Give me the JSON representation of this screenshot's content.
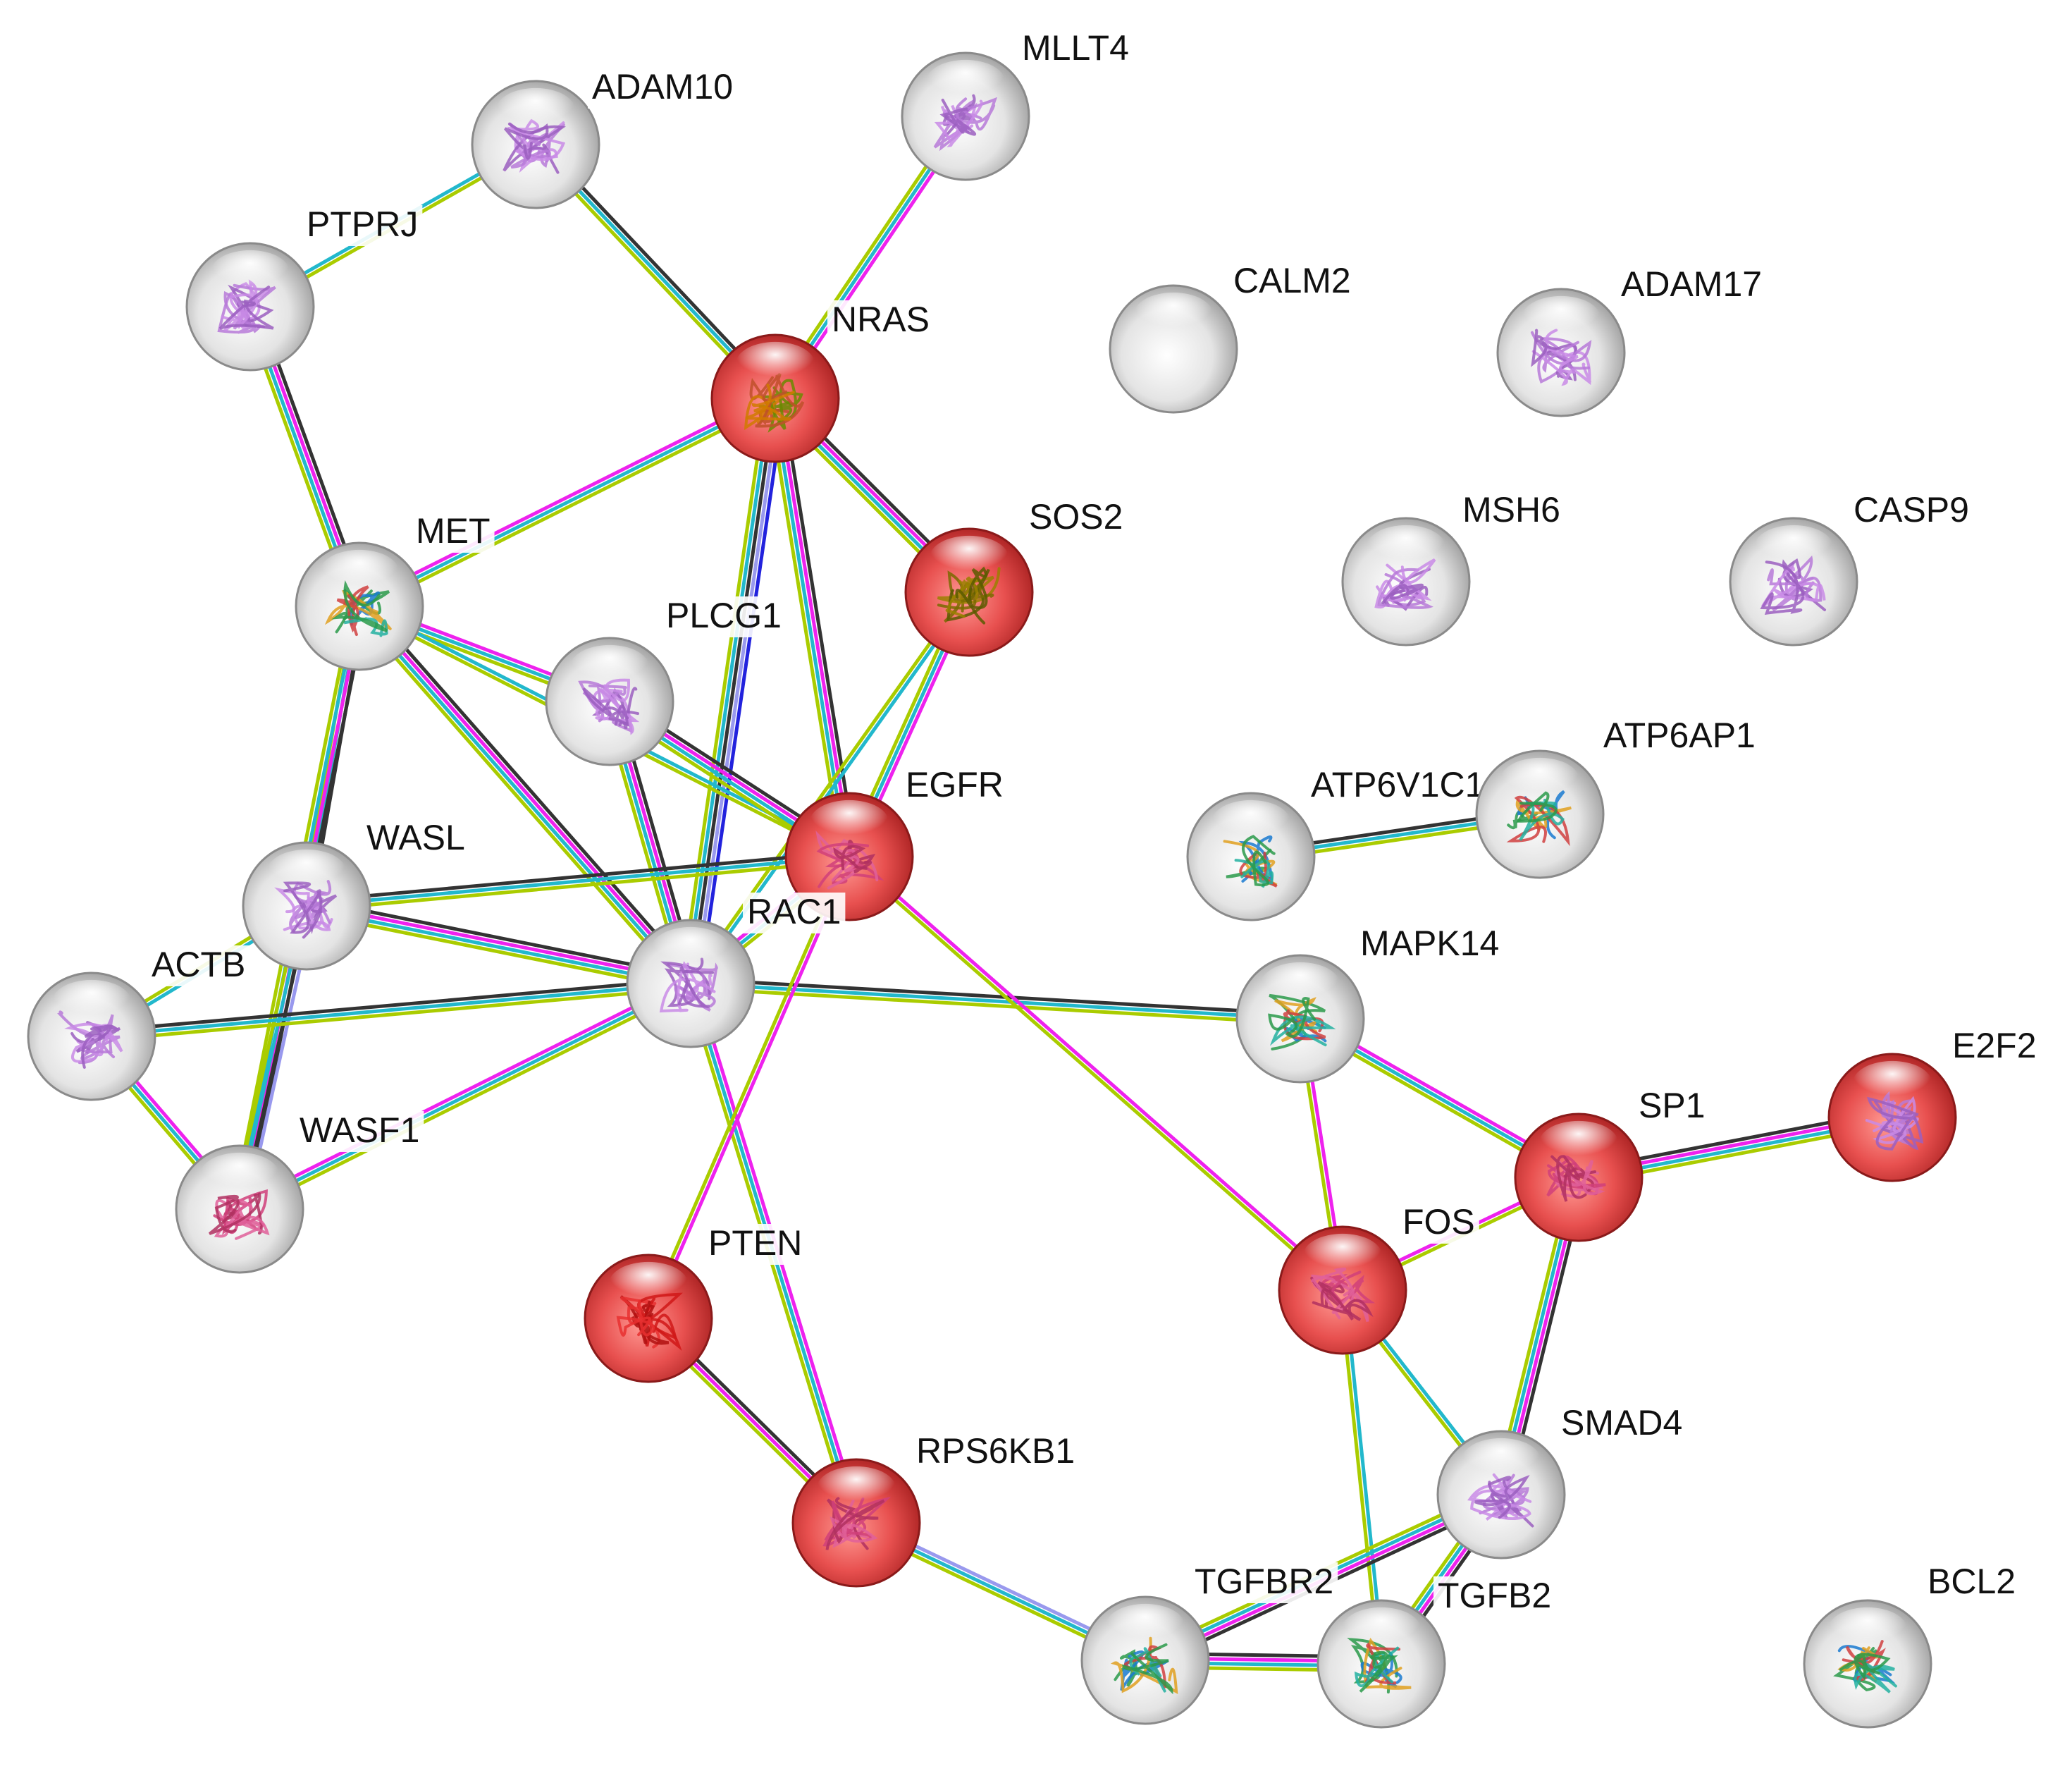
{
  "colors": {
    "red_node": "#e8504f",
    "grey_node": "#d9d9d9",
    "experimental": "#ee22ee",
    "database": "#22b8cc",
    "textmining": "#aacc00",
    "coexpression": "#333333",
    "homology": "#2222dd",
    "cooccurrence": "#9999ee"
  },
  "nodes": [
    {
      "id": "ADAM10",
      "label": "ADAM10",
      "highlight": false,
      "structure": "violet"
    },
    {
      "id": "MLLT4",
      "label": "MLLT4",
      "highlight": false,
      "structure": "violet"
    },
    {
      "id": "PTPRJ",
      "label": "PTPRJ",
      "highlight": false,
      "structure": "violet"
    },
    {
      "id": "NRAS",
      "label": "NRAS",
      "highlight": true,
      "structure": "green"
    },
    {
      "id": "CALM2",
      "label": "CALM2",
      "highlight": false,
      "structure": "none"
    },
    {
      "id": "ADAM17",
      "label": "ADAM17",
      "highlight": false,
      "structure": "violet"
    },
    {
      "id": "MET",
      "label": "MET",
      "highlight": false,
      "structure": "rainbow"
    },
    {
      "id": "SOS2",
      "label": "SOS2",
      "highlight": true,
      "structure": "olive"
    },
    {
      "id": "MSH6",
      "label": "MSH6",
      "highlight": false,
      "structure": "violet"
    },
    {
      "id": "CASP9",
      "label": "CASP9",
      "highlight": false,
      "structure": "violet"
    },
    {
      "id": "PLCG1",
      "label": "PLCG1",
      "highlight": false,
      "structure": "violet"
    },
    {
      "id": "EGFR",
      "label": "EGFR",
      "highlight": true,
      "structure": "pink"
    },
    {
      "id": "ATP6V1C1",
      "label": "ATP6V1C1",
      "highlight": false,
      "structure": "rainbow"
    },
    {
      "id": "ATP6AP1",
      "label": "ATP6AP1",
      "highlight": false,
      "structure": "rainbow"
    },
    {
      "id": "WASL",
      "label": "WASL",
      "highlight": false,
      "structure": "violet"
    },
    {
      "id": "RAC1",
      "label": "RAC1",
      "highlight": false,
      "structure": "violet"
    },
    {
      "id": "ACTB",
      "label": "ACTB",
      "highlight": false,
      "structure": "violet"
    },
    {
      "id": "MAPK14",
      "label": "MAPK14",
      "highlight": false,
      "structure": "rainbow"
    },
    {
      "id": "WASF1",
      "label": "WASF1",
      "highlight": false,
      "structure": "pink"
    },
    {
      "id": "E2F2",
      "label": "E2F2",
      "highlight": true,
      "structure": "violet"
    },
    {
      "id": "SP1",
      "label": "SP1",
      "highlight": true,
      "structure": "pink"
    },
    {
      "id": "FOS",
      "label": "FOS",
      "highlight": true,
      "structure": "pink"
    },
    {
      "id": "PTEN",
      "label": "PTEN",
      "highlight": true,
      "structure": "red"
    },
    {
      "id": "RPS6KB1",
      "label": "RPS6KB1",
      "highlight": true,
      "structure": "pink"
    },
    {
      "id": "SMAD4",
      "label": "SMAD4",
      "highlight": false,
      "structure": "violet"
    },
    {
      "id": "TGFBR2",
      "label": "TGFBR2",
      "highlight": false,
      "structure": "rainbow"
    },
    {
      "id": "TGFB2",
      "label": "TGFB2",
      "highlight": false,
      "structure": "rainbow"
    },
    {
      "id": "BCL2",
      "label": "BCL2",
      "highlight": false,
      "structure": "rainbow"
    }
  ],
  "edges": [
    {
      "source": "PTPRJ",
      "target": "ADAM10",
      "types": [
        "database",
        "textmining"
      ]
    },
    {
      "source": "ADAM10",
      "target": "NRAS",
      "types": [
        "coexpression",
        "database",
        "textmining"
      ]
    },
    {
      "source": "MLLT4",
      "target": "NRAS",
      "types": [
        "experimental",
        "database",
        "textmining"
      ]
    },
    {
      "source": "PTPRJ",
      "target": "MET",
      "types": [
        "coexpression",
        "experimental",
        "database",
        "textmining"
      ]
    },
    {
      "source": "MET",
      "target": "NRAS",
      "types": [
        "experimental",
        "database",
        "textmining"
      ]
    },
    {
      "source": "NRAS",
      "target": "SOS2",
      "types": [
        "coexpression",
        "experimental",
        "database",
        "textmining"
      ]
    },
    {
      "source": "NRAS",
      "target": "RAC1",
      "types": [
        "homology",
        "cooccurrence",
        "coexpression",
        "database",
        "textmining"
      ]
    },
    {
      "source": "NRAS",
      "target": "EGFR",
      "types": [
        "coexpression",
        "experimental",
        "database",
        "textmining"
      ]
    },
    {
      "source": "SOS2",
      "target": "EGFR",
      "types": [
        "experimental",
        "database",
        "textmining"
      ]
    },
    {
      "source": "SOS2",
      "target": "RAC1",
      "types": [
        "database",
        "textmining"
      ]
    },
    {
      "source": "MET",
      "target": "PLCG1",
      "types": [
        "experimental",
        "database",
        "textmining"
      ]
    },
    {
      "source": "MET",
      "target": "WASL",
      "types": [
        "coexpression",
        "database",
        "textmining"
      ]
    },
    {
      "source": "MET",
      "target": "RAC1",
      "types": [
        "coexpression",
        "experimental",
        "database",
        "textmining"
      ]
    },
    {
      "source": "MET",
      "target": "EGFR",
      "types": [
        "database",
        "textmining"
      ]
    },
    {
      "source": "MET",
      "target": "WASF1",
      "types": [
        "coexpression",
        "experimental",
        "database",
        "textmining"
      ]
    },
    {
      "source": "PLCG1",
      "target": "RAC1",
      "types": [
        "coexpression",
        "experimental",
        "database",
        "textmining"
      ]
    },
    {
      "source": "PLCG1",
      "target": "EGFR",
      "types": [
        "coexpression",
        "experimental",
        "database",
        "textmining"
      ]
    },
    {
      "source": "WASL",
      "target": "EGFR",
      "types": [
        "coexpression",
        "database",
        "textmining"
      ]
    },
    {
      "source": "WASL",
      "target": "RAC1",
      "types": [
        "coexpression",
        "experimental",
        "database",
        "textmining"
      ]
    },
    {
      "source": "WASL",
      "target": "ACTB",
      "types": [
        "database",
        "textmining"
      ]
    },
    {
      "source": "WASL",
      "target": "WASF1",
      "types": [
        "cooccurrence",
        "coexpression",
        "database",
        "textmining"
      ]
    },
    {
      "source": "ACTB",
      "target": "RAC1",
      "types": [
        "coexpression",
        "database",
        "textmining"
      ]
    },
    {
      "source": "ACTB",
      "target": "WASF1",
      "types": [
        "experimental",
        "database",
        "textmining"
      ]
    },
    {
      "source": "WASF1",
      "target": "RAC1",
      "types": [
        "experimental",
        "database",
        "textmining"
      ]
    },
    {
      "source": "RAC1",
      "target": "EGFR",
      "types": [
        "experimental",
        "database",
        "textmining"
      ]
    },
    {
      "source": "RAC1",
      "target": "MAPK14",
      "types": [
        "coexpression",
        "database",
        "textmining"
      ]
    },
    {
      "source": "RAC1",
      "target": "RPS6KB1",
      "types": [
        "experimental",
        "database",
        "textmining"
      ]
    },
    {
      "source": "EGFR",
      "target": "PTEN",
      "types": [
        "experimental",
        "textmining"
      ]
    },
    {
      "source": "EGFR",
      "target": "FOS",
      "types": [
        "experimental",
        "textmining"
      ]
    },
    {
      "source": "ATP6V1C1",
      "target": "ATP6AP1",
      "types": [
        "coexpression",
        "database",
        "textmining"
      ]
    },
    {
      "source": "MAPK14",
      "target": "FOS",
      "types": [
        "experimental",
        "textmining"
      ]
    },
    {
      "source": "MAPK14",
      "target": "SP1",
      "types": [
        "experimental",
        "database",
        "textmining"
      ]
    },
    {
      "source": "SP1",
      "target": "E2F2",
      "types": [
        "coexpression",
        "experimental",
        "database",
        "textmining"
      ]
    },
    {
      "source": "FOS",
      "target": "SP1",
      "types": [
        "experimental",
        "textmining"
      ]
    },
    {
      "source": "SP1",
      "target": "SMAD4",
      "types": [
        "coexpression",
        "experimental",
        "database",
        "textmining"
      ]
    },
    {
      "source": "FOS",
      "target": "SMAD4",
      "types": [
        "database",
        "textmining"
      ]
    },
    {
      "source": "FOS",
      "target": "TGFB2",
      "types": [
        "database",
        "textmining"
      ]
    },
    {
      "source": "PTEN",
      "target": "RPS6KB1",
      "types": [
        "coexpression",
        "experimental",
        "textmining"
      ]
    },
    {
      "source": "RPS6KB1",
      "target": "TGFBR2",
      "types": [
        "cooccurrence",
        "database",
        "textmining"
      ]
    },
    {
      "source": "SMAD4",
      "target": "TGFBR2",
      "types": [
        "coexpression",
        "experimental",
        "database",
        "textmining"
      ]
    },
    {
      "source": "SMAD4",
      "target": "TGFB2",
      "types": [
        "coexpression",
        "experimental",
        "database",
        "textmining"
      ]
    },
    {
      "source": "TGFBR2",
      "target": "TGFB2",
      "types": [
        "coexpression",
        "experimental",
        "database",
        "textmining"
      ]
    }
  ]
}
